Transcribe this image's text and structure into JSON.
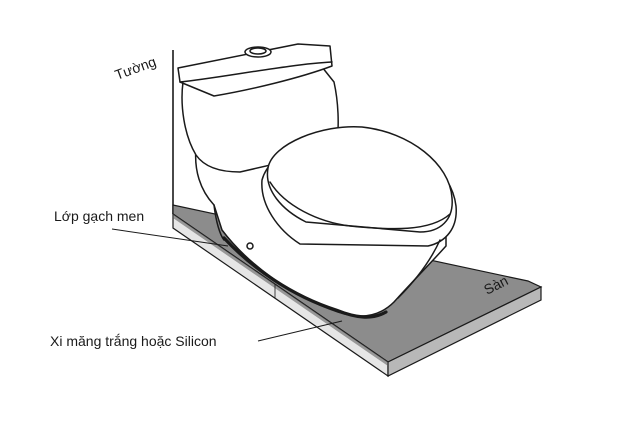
{
  "labels": {
    "wall": "Tường",
    "tile_layer": "Lớp gạch men",
    "floor": "Sàn",
    "sealant": "Xi măng trắng hoặc Silicon"
  },
  "colors": {
    "line": "#1a1a1a",
    "floor_top": "#8c8c8c",
    "floor_front": "#e6e6e6",
    "floor_side": "#b8b8b8",
    "tile_strip": "#555555"
  }
}
